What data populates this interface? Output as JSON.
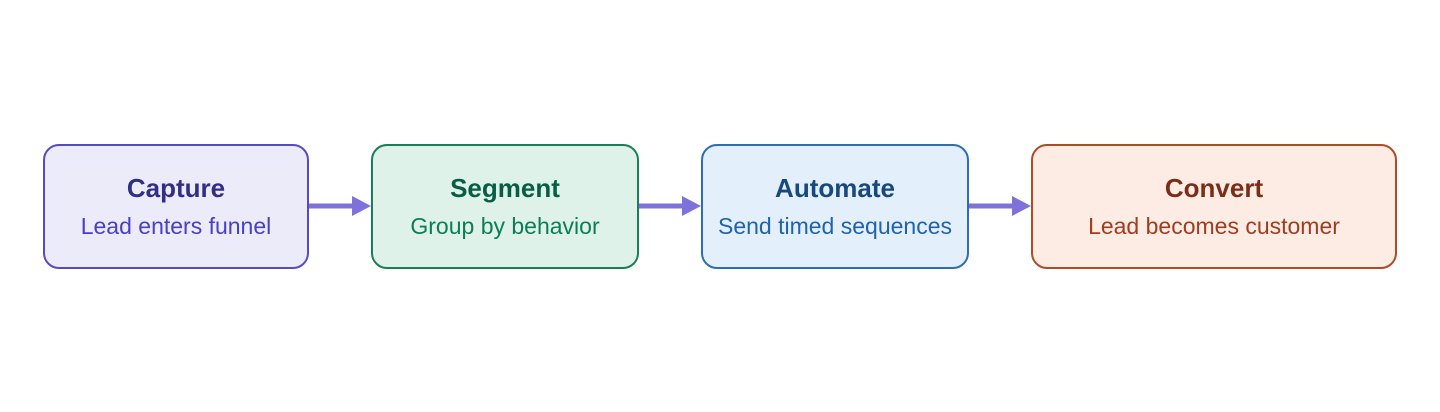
{
  "diagram": {
    "background_color": "#ffffff",
    "arrow_color": "#7d71da",
    "steps": [
      {
        "title": "Capture",
        "subtitle": "Lead enters funnel",
        "fill_color": "#ecebfa",
        "border_color": "#564cc0",
        "title_color": "#322e85",
        "subtitle_color": "#4840c4"
      },
      {
        "title": "Segment",
        "subtitle": "Group by behavior",
        "fill_color": "#dff2ea",
        "border_color": "#1b7d5a",
        "title_color": "#075e45",
        "subtitle_color": "#0c7d58"
      },
      {
        "title": "Automate",
        "subtitle": "Send timed sequences",
        "fill_color": "#e3f0fb",
        "border_color": "#2e6db4",
        "title_color": "#17497e",
        "subtitle_color": "#1e63ab"
      },
      {
        "title": "Convert",
        "subtitle": "Lead becomes customer",
        "fill_color": "#fcece4",
        "border_color": "#ad4c28",
        "title_color": "#7a2e18",
        "subtitle_color": "#a03d20"
      }
    ]
  }
}
